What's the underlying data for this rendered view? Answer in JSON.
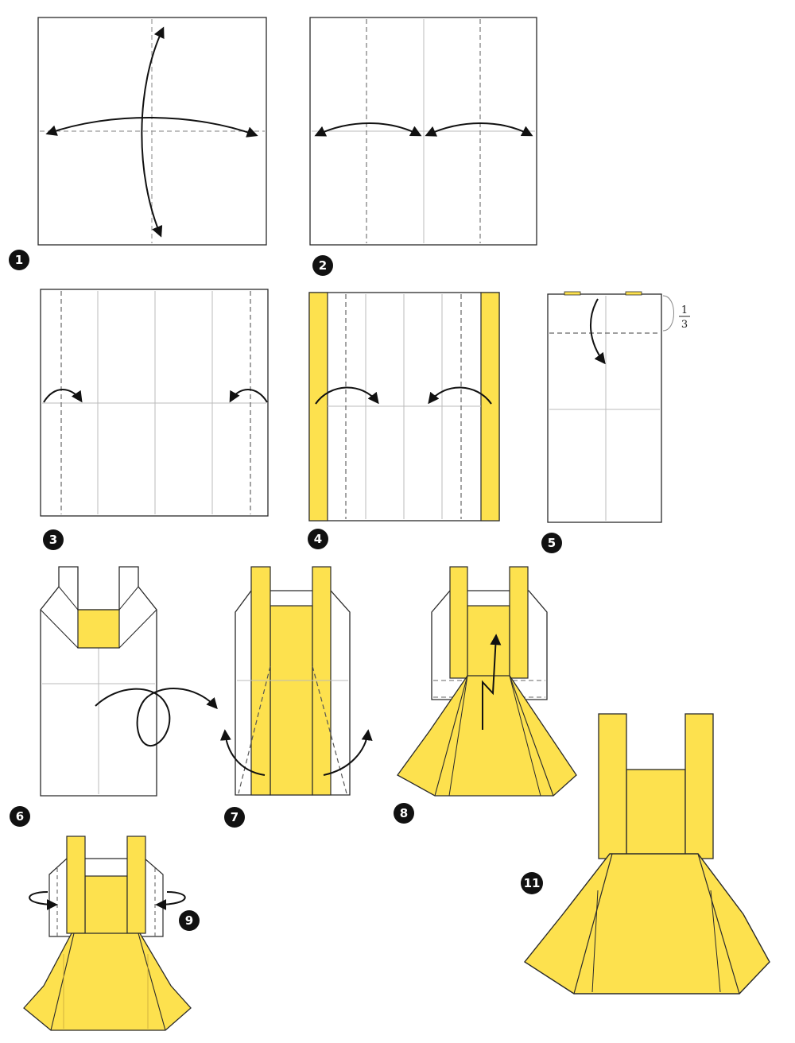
{
  "colors": {
    "paper_yellow": "#FDE14E",
    "paper_white": "#FFFFFF",
    "outline": "#2A2A2A",
    "crease": "#BBBBBB",
    "arrow": "#111111",
    "badge": "#111111"
  },
  "steps": [
    {
      "number": "1"
    },
    {
      "number": "2"
    },
    {
      "number": "3"
    },
    {
      "number": "4"
    },
    {
      "number": "5",
      "fraction_num": "1",
      "fraction_den": "3"
    },
    {
      "number": "6"
    },
    {
      "number": "7"
    },
    {
      "number": "8"
    },
    {
      "number": "9"
    },
    {
      "number": "11"
    }
  ]
}
